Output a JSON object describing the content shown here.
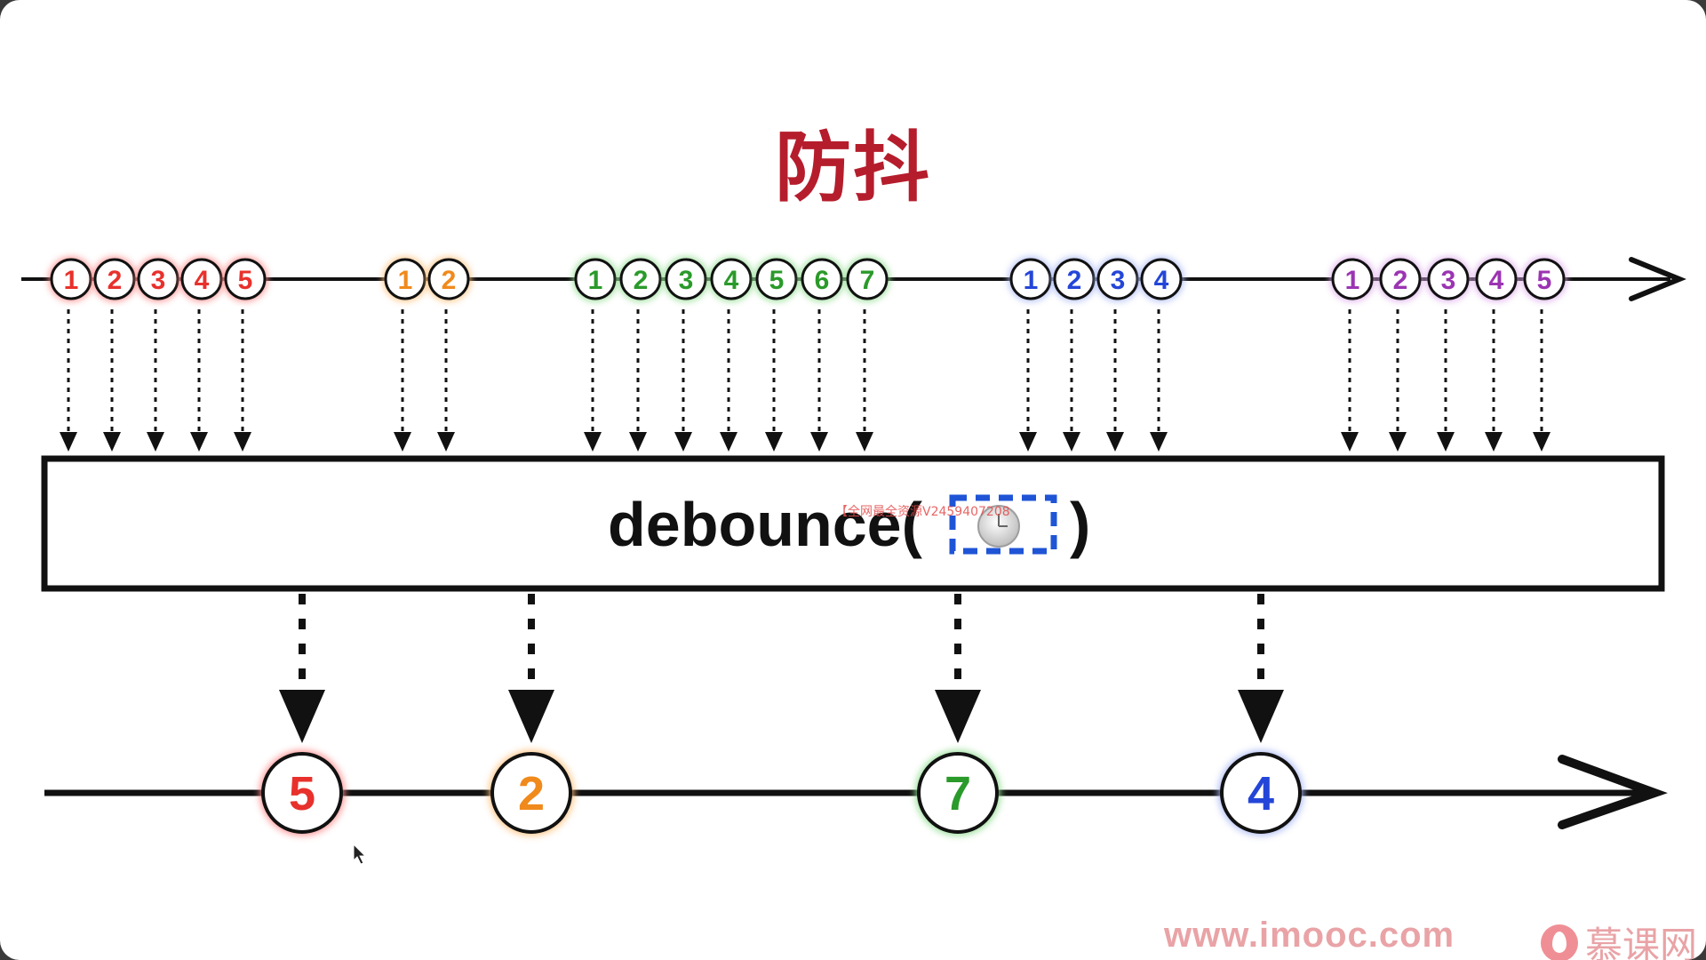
{
  "title": "防抖",
  "operator": {
    "label": "debounce(",
    "close": ")"
  },
  "watermark": "【全网最全资源V2459407208",
  "footer": {
    "url": "www.imooc.com",
    "brand": "慕课网"
  },
  "input_groups": [
    {
      "color": "#e8312c",
      "glow": "#ff8a8a",
      "items": [
        "1",
        "2",
        "3",
        "4",
        "5"
      ]
    },
    {
      "color": "#f08a1c",
      "glow": "#ffc07a",
      "items": [
        "1",
        "2"
      ]
    },
    {
      "color": "#2a9a2a",
      "glow": "#8fdc8f",
      "items": [
        "1",
        "2",
        "3",
        "4",
        "5",
        "6",
        "7"
      ]
    },
    {
      "color": "#2446d8",
      "glow": "#a9b8f3",
      "items": [
        "1",
        "2",
        "3",
        "4"
      ]
    },
    {
      "color": "#9b34b2",
      "glow": "#dba8e8",
      "items": [
        "1",
        "2",
        "3",
        "4",
        "5"
      ]
    }
  ],
  "outputs": [
    {
      "label": "5",
      "color": "#e8312c",
      "glow": "#ff8a8a"
    },
    {
      "label": "2",
      "color": "#f08a1c",
      "glow": "#ffc07a"
    },
    {
      "label": "7",
      "color": "#2a9a2a",
      "glow": "#8fdc8f"
    },
    {
      "label": "4",
      "color": "#2446d8",
      "glow": "#a9b8f3"
    }
  ],
  "icons": {
    "clock": "clock-icon",
    "brand": "flame-logo-icon"
  }
}
